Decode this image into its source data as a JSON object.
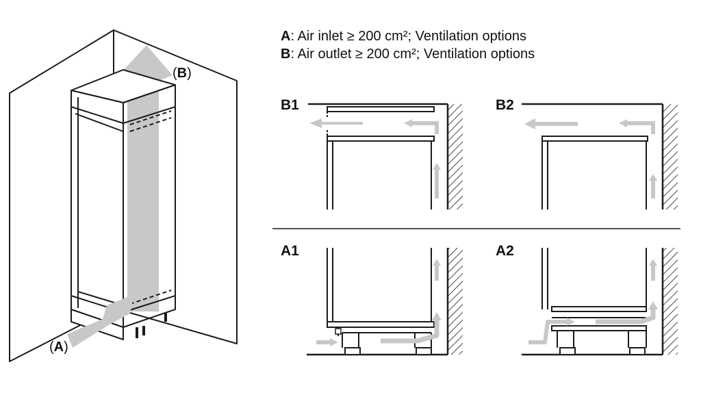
{
  "legend": {
    "a_key": "A",
    "a_text": ": Air inlet ≥ 200 cm²; Ventilation options",
    "b_key": "B",
    "b_text": ": Air outlet ≥ 200 cm²; Ventilation options"
  },
  "cabinet": {
    "label_a_open": "(",
    "label_a_key": "A",
    "label_a_close": ")",
    "label_b_open": "(",
    "label_b_key": "B",
    "label_b_close": ")"
  },
  "panels": {
    "b1": "B1",
    "b2": "B2",
    "a1": "A1",
    "a2": "A2"
  },
  "colors": {
    "line": "#1a1a1a",
    "arrow": "#c8c8c8",
    "background": "#ffffff"
  }
}
